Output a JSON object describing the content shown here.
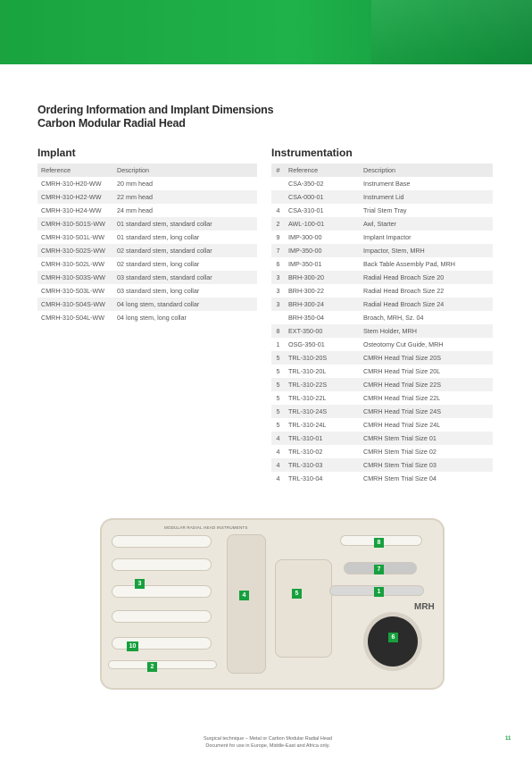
{
  "title": {
    "line1": "Ordering Information and Implant Dimensions",
    "line2": "Carbon Modular Radial Head"
  },
  "implant": {
    "heading": "Implant",
    "columns": [
      "Reference",
      "Description"
    ],
    "rows": [
      [
        "CMRH-310-H20-WW",
        "20 mm head"
      ],
      [
        "CMRH-310-H22-WW",
        "22 mm head"
      ],
      [
        "CMRH-310-H24-WW",
        "24 mm head"
      ],
      [
        "CMRH-310-S01S-WW",
        "01 standard stem, standard collar"
      ],
      [
        "CMRH-310-S01L-WW",
        "01 standard stem, long collar"
      ],
      [
        "CMRH-310-S02S-WW",
        "02 standard stem, standard collar"
      ],
      [
        "CMRH-310-S02L-WW",
        "02 standard stem, long collar"
      ],
      [
        "CMRH-310-S03S-WW",
        "03 standard stem, standard collar"
      ],
      [
        "CMRH-310-S03L-WW",
        "03 standard stem, long collar"
      ],
      [
        "CMRH-310-S04S-WW",
        "04 long stem, standard collar"
      ],
      [
        "CMRH-310-S04L-WW",
        "04 long stem, long collar"
      ]
    ]
  },
  "instrumentation": {
    "heading": "Instrumentation",
    "columns": [
      "#",
      "Reference",
      "Description"
    ],
    "rows": [
      [
        "",
        "CSA-350-02",
        "Instrument Base"
      ],
      [
        "",
        "CSA-000-01",
        "Instrument Lid"
      ],
      [
        "4",
        "CSA-310-01",
        "Trial Stem Tray"
      ],
      [
        "2",
        "AWL-100-01",
        "Awl, Starter"
      ],
      [
        "9",
        "IMP-300-00",
        "Implant Impactor"
      ],
      [
        "7",
        "IMP-350-00",
        "Impactor, Stem, MRH"
      ],
      [
        "6",
        "IMP-350-01",
        "Back Table Assembly Pad, MRH"
      ],
      [
        "3",
        "BRH-300-20",
        "Radial Head Broach Size 20"
      ],
      [
        "3",
        "BRH-300-22",
        "Radial Head Broach Size 22"
      ],
      [
        "3",
        "BRH-300-24",
        "Radial Head Broach Size 24"
      ],
      [
        "",
        "BRH-350-04",
        "Broach, MRH, Sz. 04"
      ],
      [
        "8",
        "EXT-350-00",
        "Stem Holder, MRH"
      ],
      [
        "1",
        "OSG-350-01",
        "Osteotomy Cut Guide, MRH"
      ],
      [
        "5",
        "TRL-310-20S",
        "CMRH Head Trial Size 20S"
      ],
      [
        "5",
        "TRL-310-20L",
        "CMRH Head Trial Size 20L"
      ],
      [
        "5",
        "TRL-310-22S",
        "CMRH Head Trial Size 22S"
      ],
      [
        "5",
        "TRL-310-22L",
        "CMRH Head Trial Size 22L"
      ],
      [
        "5",
        "TRL-310-24S",
        "CMRH Head Trial Size 24S"
      ],
      [
        "5",
        "TRL-310-24L",
        "CMRH Head Trial Size 24L"
      ],
      [
        "4",
        "TRL-310-01",
        "CMRH Stem Trial Size 01"
      ],
      [
        "4",
        "TRL-310-02",
        "CMRH Stem Trial Size 02"
      ],
      [
        "4",
        "TRL-310-03",
        "CMRH Stem Trial Size 03"
      ],
      [
        "4",
        "TRL-310-04",
        "CMRH Stem Trial Size 04"
      ]
    ]
  },
  "tray": {
    "title": "MODULAR RADIAL HEAD INSTRUMENTS",
    "label": "MRH",
    "badges": [
      "8",
      "7",
      "3",
      "4",
      "5",
      "1",
      "6",
      "10",
      "2"
    ]
  },
  "footer": {
    "line1": "Surgical technique – Metal or Carbon Modular Radial Head",
    "line2": "Document for use in Europe, Middle-East and Africa only.",
    "page": "11"
  },
  "colors": {
    "brand_green": "#1aa33f"
  }
}
